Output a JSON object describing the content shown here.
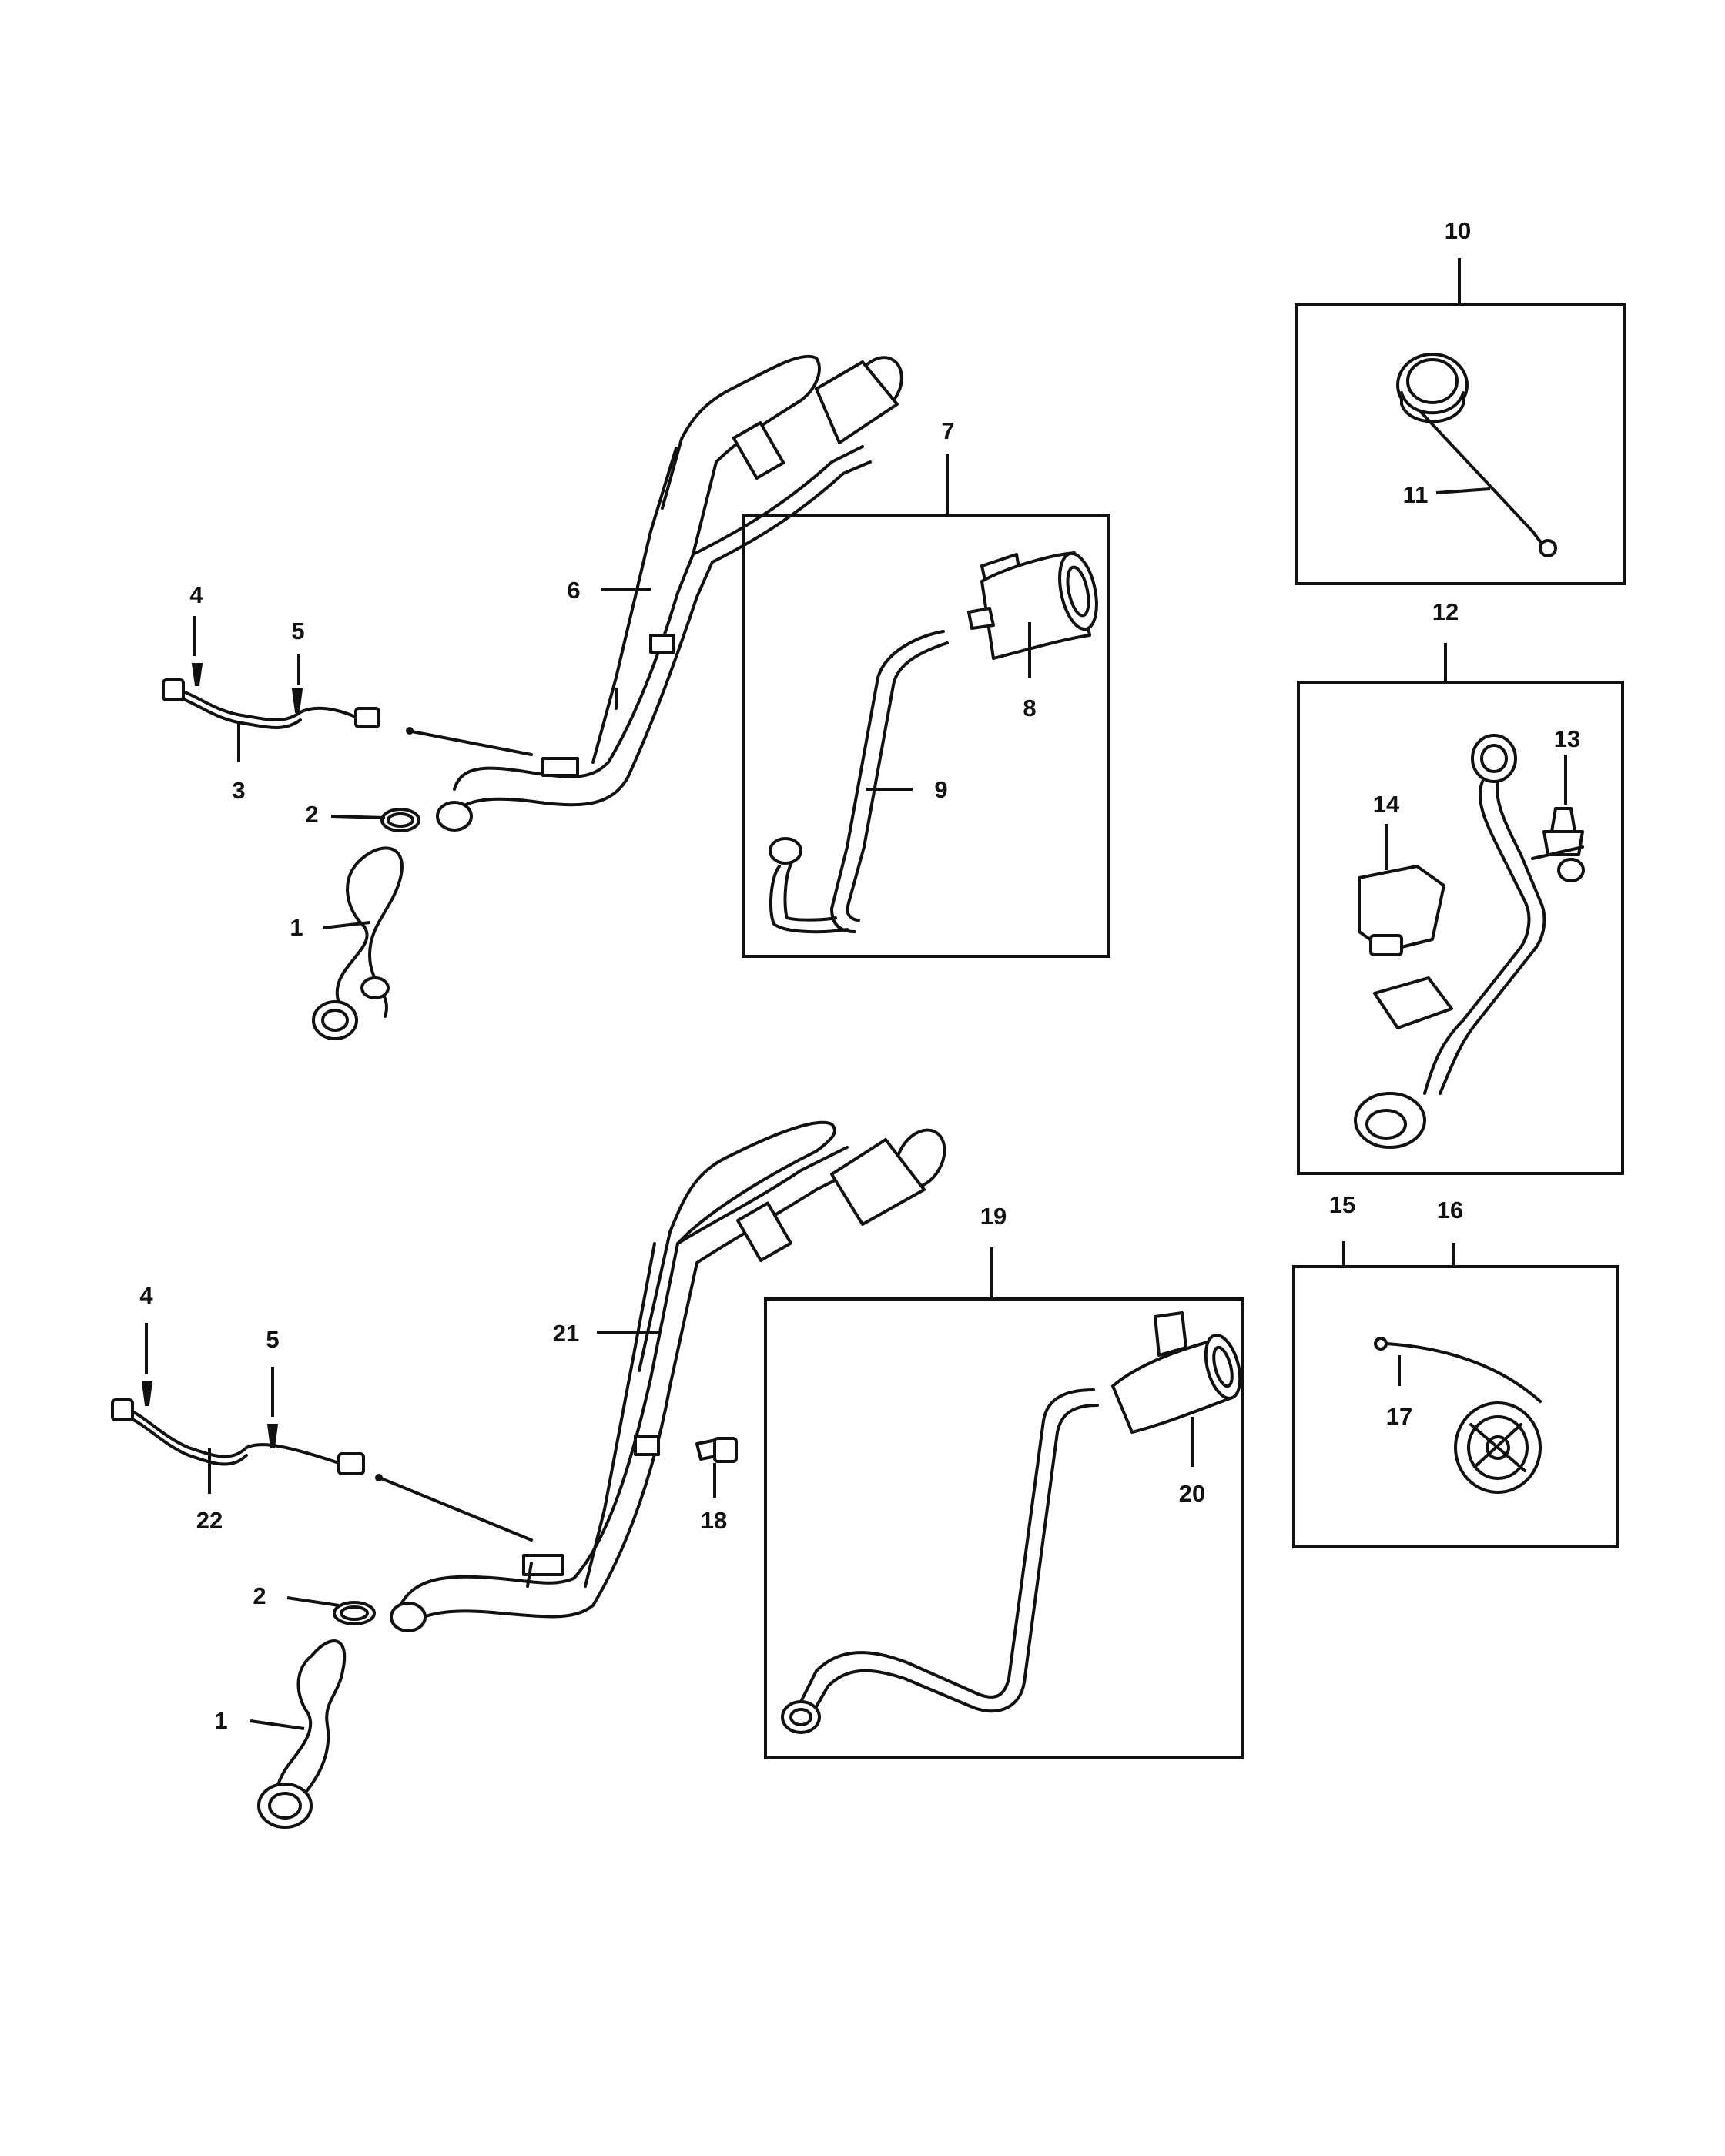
{
  "callouts": {
    "c1a": "1",
    "c2a": "2",
    "c3": "3",
    "c4a": "4",
    "c5a": "5",
    "c6": "6",
    "c7": "7",
    "c8": "8",
    "c9": "9",
    "c10": "10",
    "c11": "11",
    "c12": "12",
    "c13": "13",
    "c14": "14",
    "c15": "15",
    "c16": "16",
    "c17": "17",
    "c18": "18",
    "c19": "19",
    "c20": "20",
    "c21": "21",
    "c22": "22",
    "c1b": "1",
    "c2b": "2",
    "c4b": "4",
    "c5b": "5"
  }
}
